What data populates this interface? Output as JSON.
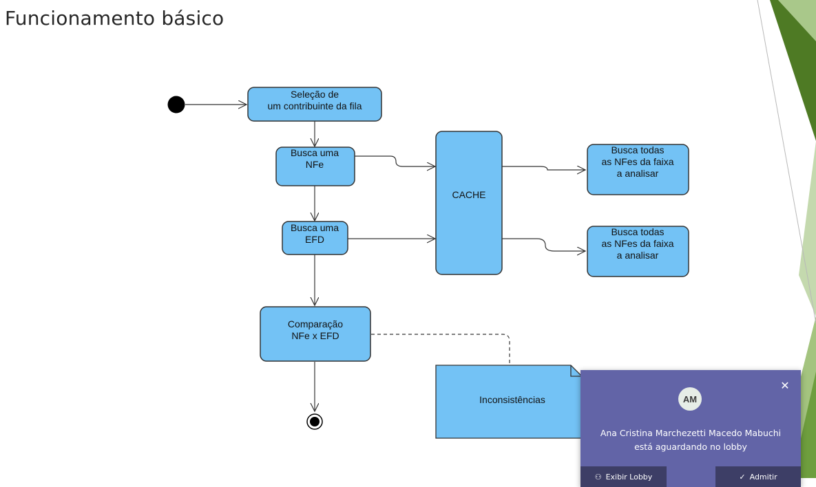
{
  "slide": {
    "title": "Funcionamento básico"
  },
  "diagram": {
    "nodes": {
      "selecao": [
        "Seleção de",
        "um contribuinte da fila"
      ],
      "busca_nfe": [
        "Busca uma",
        "NFe"
      ],
      "busca_efd": [
        "Busca uma",
        "EFD"
      ],
      "cache": [
        "CACHE"
      ],
      "busca_todas_1": [
        "Busca todas",
        "as NFes da faixa",
        "a analisar"
      ],
      "busca_todas_2": [
        "Busca todas",
        "as NFes da faixa",
        "a analisar"
      ],
      "comparacao": [
        "Comparação",
        "NFe x EFD"
      ],
      "inconsistencias": [
        "Inconsistências"
      ]
    },
    "colors": {
      "node_fill": "#73c2f5",
      "node_stroke": "#333333"
    }
  },
  "notification": {
    "avatar_initials": "AM",
    "message_line1": "Ana Cristina Marchezetti Macedo Mabuchi",
    "message_line2": "está aguardando no lobby",
    "close_icon": "close-icon",
    "view_lobby_label": "Exibir Lobby",
    "admit_label": "Admitir",
    "background": "#6264a7"
  },
  "theme": {
    "accent_green": "#5f8f2f"
  }
}
